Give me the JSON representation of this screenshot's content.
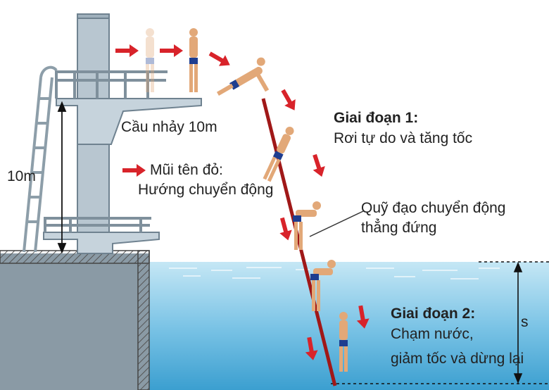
{
  "platform": {
    "label": "Cầu nhảy 10m",
    "height_label": "10m"
  },
  "legend": {
    "line1": "Mũi tên đỏ:",
    "line2": "Hướng chuyển động"
  },
  "phase1": {
    "title": "Giai đoạn 1:",
    "description": "Rơi tự do và tăng tốc"
  },
  "trajectory": {
    "line1": "Quỹ đạo chuyển động",
    "line2": "thẳng đứng"
  },
  "phase2": {
    "title": "Giai đoạn 2:",
    "line1": "Chạm nước,",
    "line2": "giảm tốc và dừng lại"
  },
  "depth_label": "s",
  "colors": {
    "arrow": "#d8232a",
    "trajectory": "#a01818",
    "structure": "#b8c6d0",
    "water_top": "#bfe4f3",
    "water_bottom": "#3b9fd0",
    "skin": "#e2a878",
    "swimsuit": "#1e3d8f"
  },
  "icons": {
    "arrow": "red-arrow-icon",
    "diver": "diver-figure-icon"
  }
}
